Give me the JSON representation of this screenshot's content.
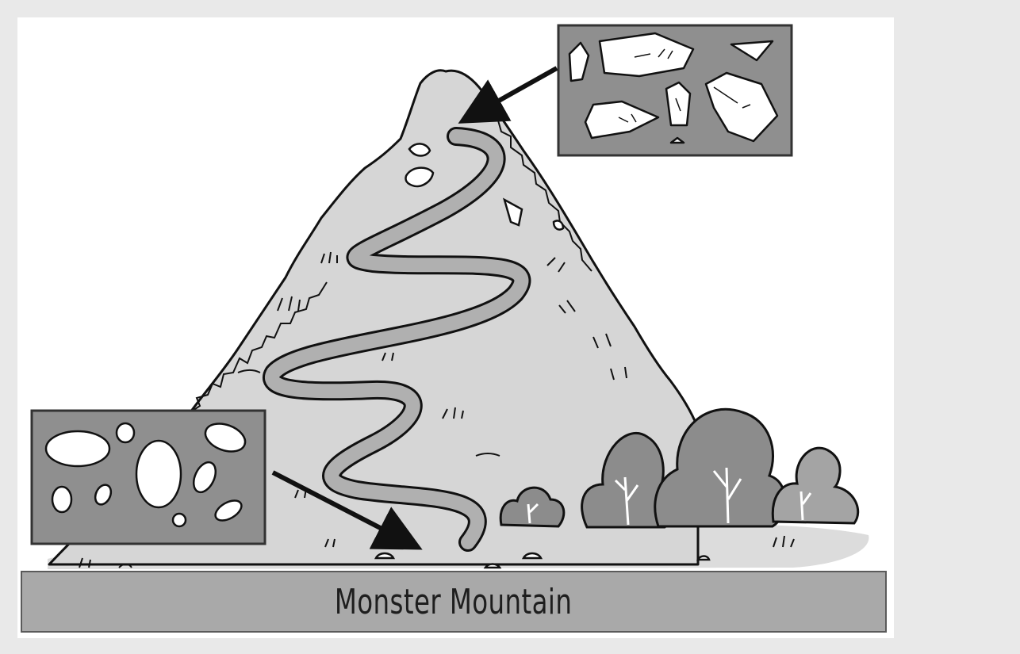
{
  "title": "Monster Mountain",
  "colors": {
    "background": "#e9e9e9",
    "panel": "#ffffff",
    "mountain": "#d9d9d9",
    "path": "#b4b4b4",
    "inset_box": "#8f8f8f",
    "bush_dark": "#8a8a8a",
    "bush_light": "#a4a4a4",
    "title_bar": "#a9a9a9",
    "outline": "#111111"
  },
  "insets": {
    "top": {
      "content": "angular-rock-fragments",
      "points_to": "mountain-summit"
    },
    "bottom": {
      "content": "rounded-pebbles",
      "points_to": "mountain-base"
    }
  }
}
